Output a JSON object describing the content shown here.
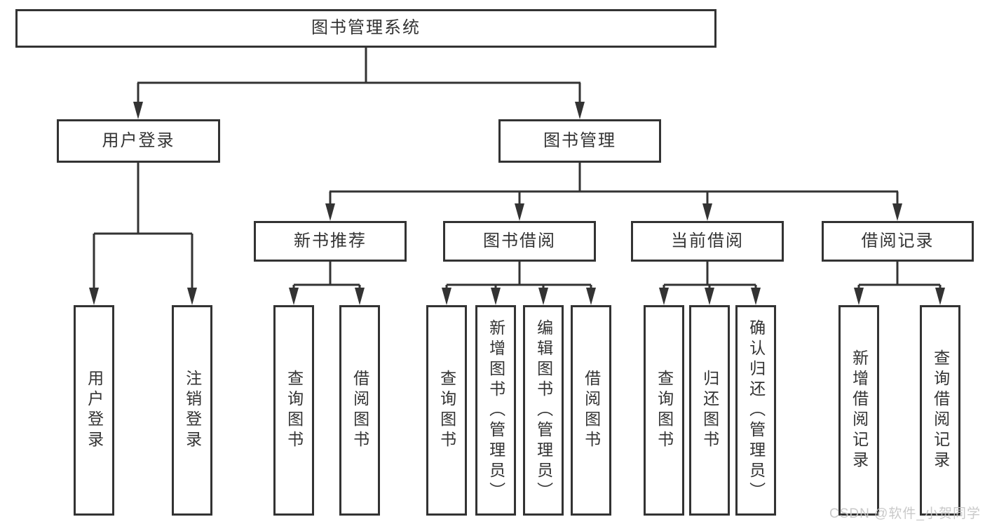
{
  "diagram": {
    "root": "图书管理系统",
    "branches": [
      {
        "label": "用户登录",
        "leaves": [
          "用户登录",
          "注销登录"
        ]
      },
      {
        "label": "图书管理",
        "groups": [
          {
            "label": "新书推荐",
            "leaves": [
              "查询图书",
              "借阅图书"
            ]
          },
          {
            "label": "图书借阅",
            "leaves": [
              "查询图书",
              "新增图书（管理员）",
              "编辑图书（管理员）",
              "借阅图书"
            ]
          },
          {
            "label": "当前借阅",
            "leaves": [
              "查询图书",
              "归还图书",
              "确认归还（管理员）"
            ]
          },
          {
            "label": "借阅记录",
            "leaves": [
              "新增借阅记录",
              "查询借阅记录"
            ]
          }
        ]
      }
    ]
  },
  "watermark": {
    "text": "CSDN @软件_小贺同学"
  },
  "colors": {
    "line": "#333333",
    "box_border": "#333333",
    "text": "#333333",
    "watermark": "#c7c7c7",
    "background": "#ffffff"
  }
}
